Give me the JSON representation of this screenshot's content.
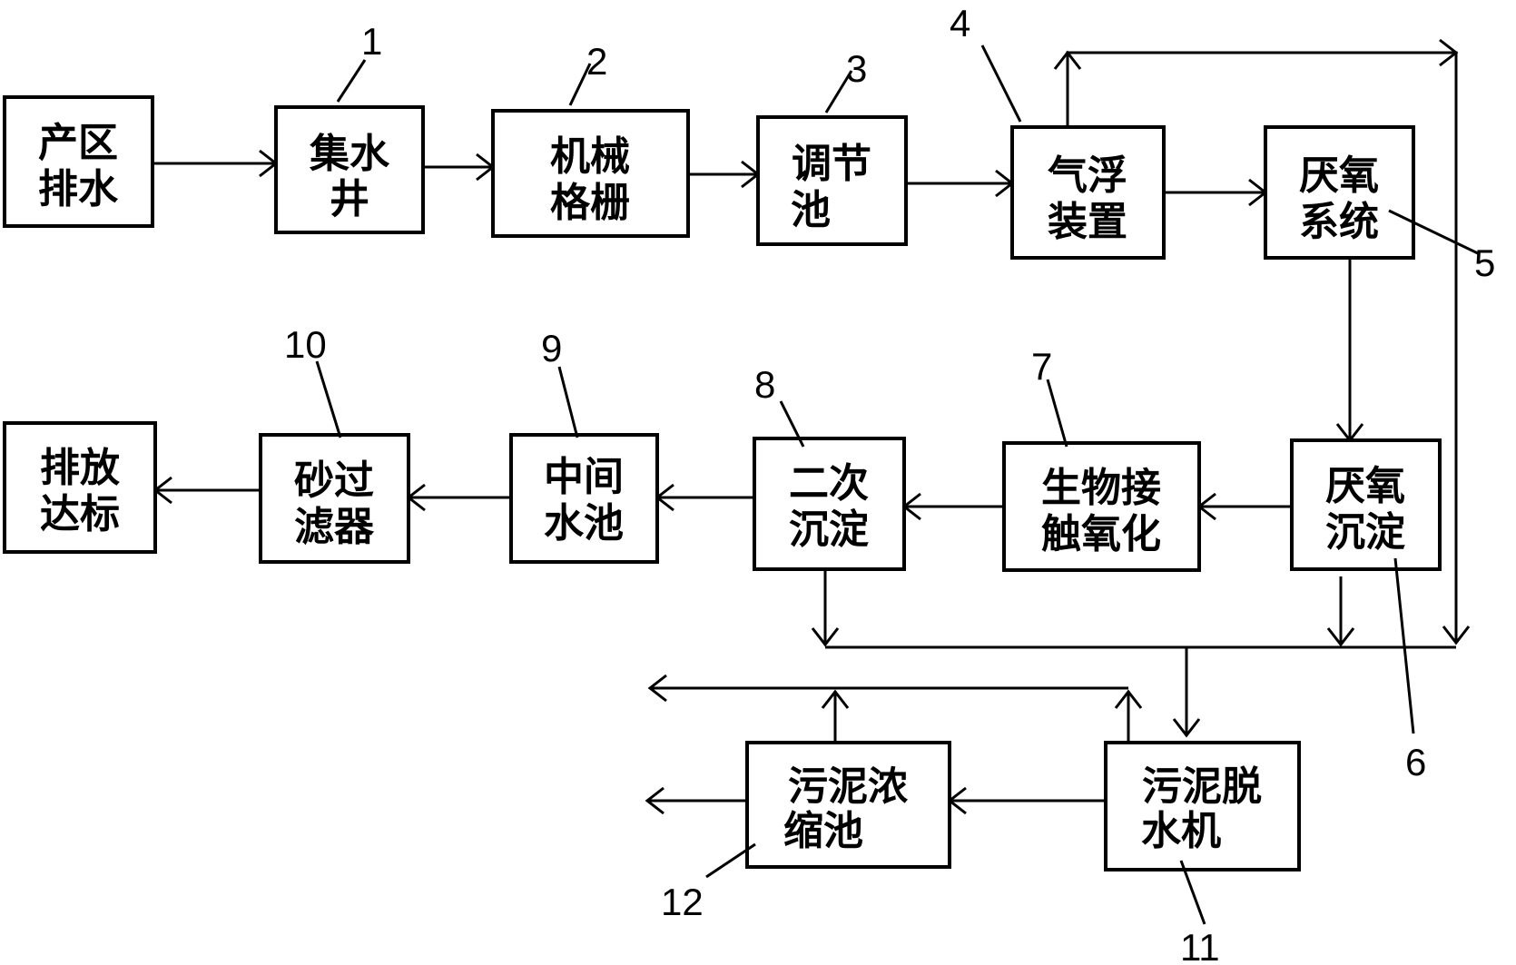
{
  "boxes": {
    "source": [
      "产区",
      "排水"
    ],
    "well": [
      "集水",
      "井"
    ],
    "grille": [
      "机械",
      "格栅"
    ],
    "regulating": [
      "调节",
      "池"
    ],
    "flotation": [
      "气浮",
      "装置"
    ],
    "anaerobic_system": [
      "厌氧",
      "系统"
    ],
    "discharge": [
      "排放",
      "达标"
    ],
    "sand_filter": [
      "砂过",
      "滤器"
    ],
    "middle_pool": [
      "中间",
      "水池"
    ],
    "secondary_settling": [
      "二次",
      "沉淀"
    ],
    "bio_contact": [
      "生物接",
      "触氧化"
    ],
    "anaerobic_settling": [
      "厌氧",
      "沉淀"
    ],
    "thickener": [
      "污泥浓",
      "缩池"
    ],
    "dewatering": [
      "污泥脱",
      "水机"
    ]
  },
  "numbers": {
    "n1": "1",
    "n2": "2",
    "n3": "3",
    "n4": "4",
    "n5": "5",
    "n6": "6",
    "n7": "7",
    "n8": "8",
    "n9": "9",
    "n10": "10",
    "n11": "11",
    "n12": "12"
  }
}
